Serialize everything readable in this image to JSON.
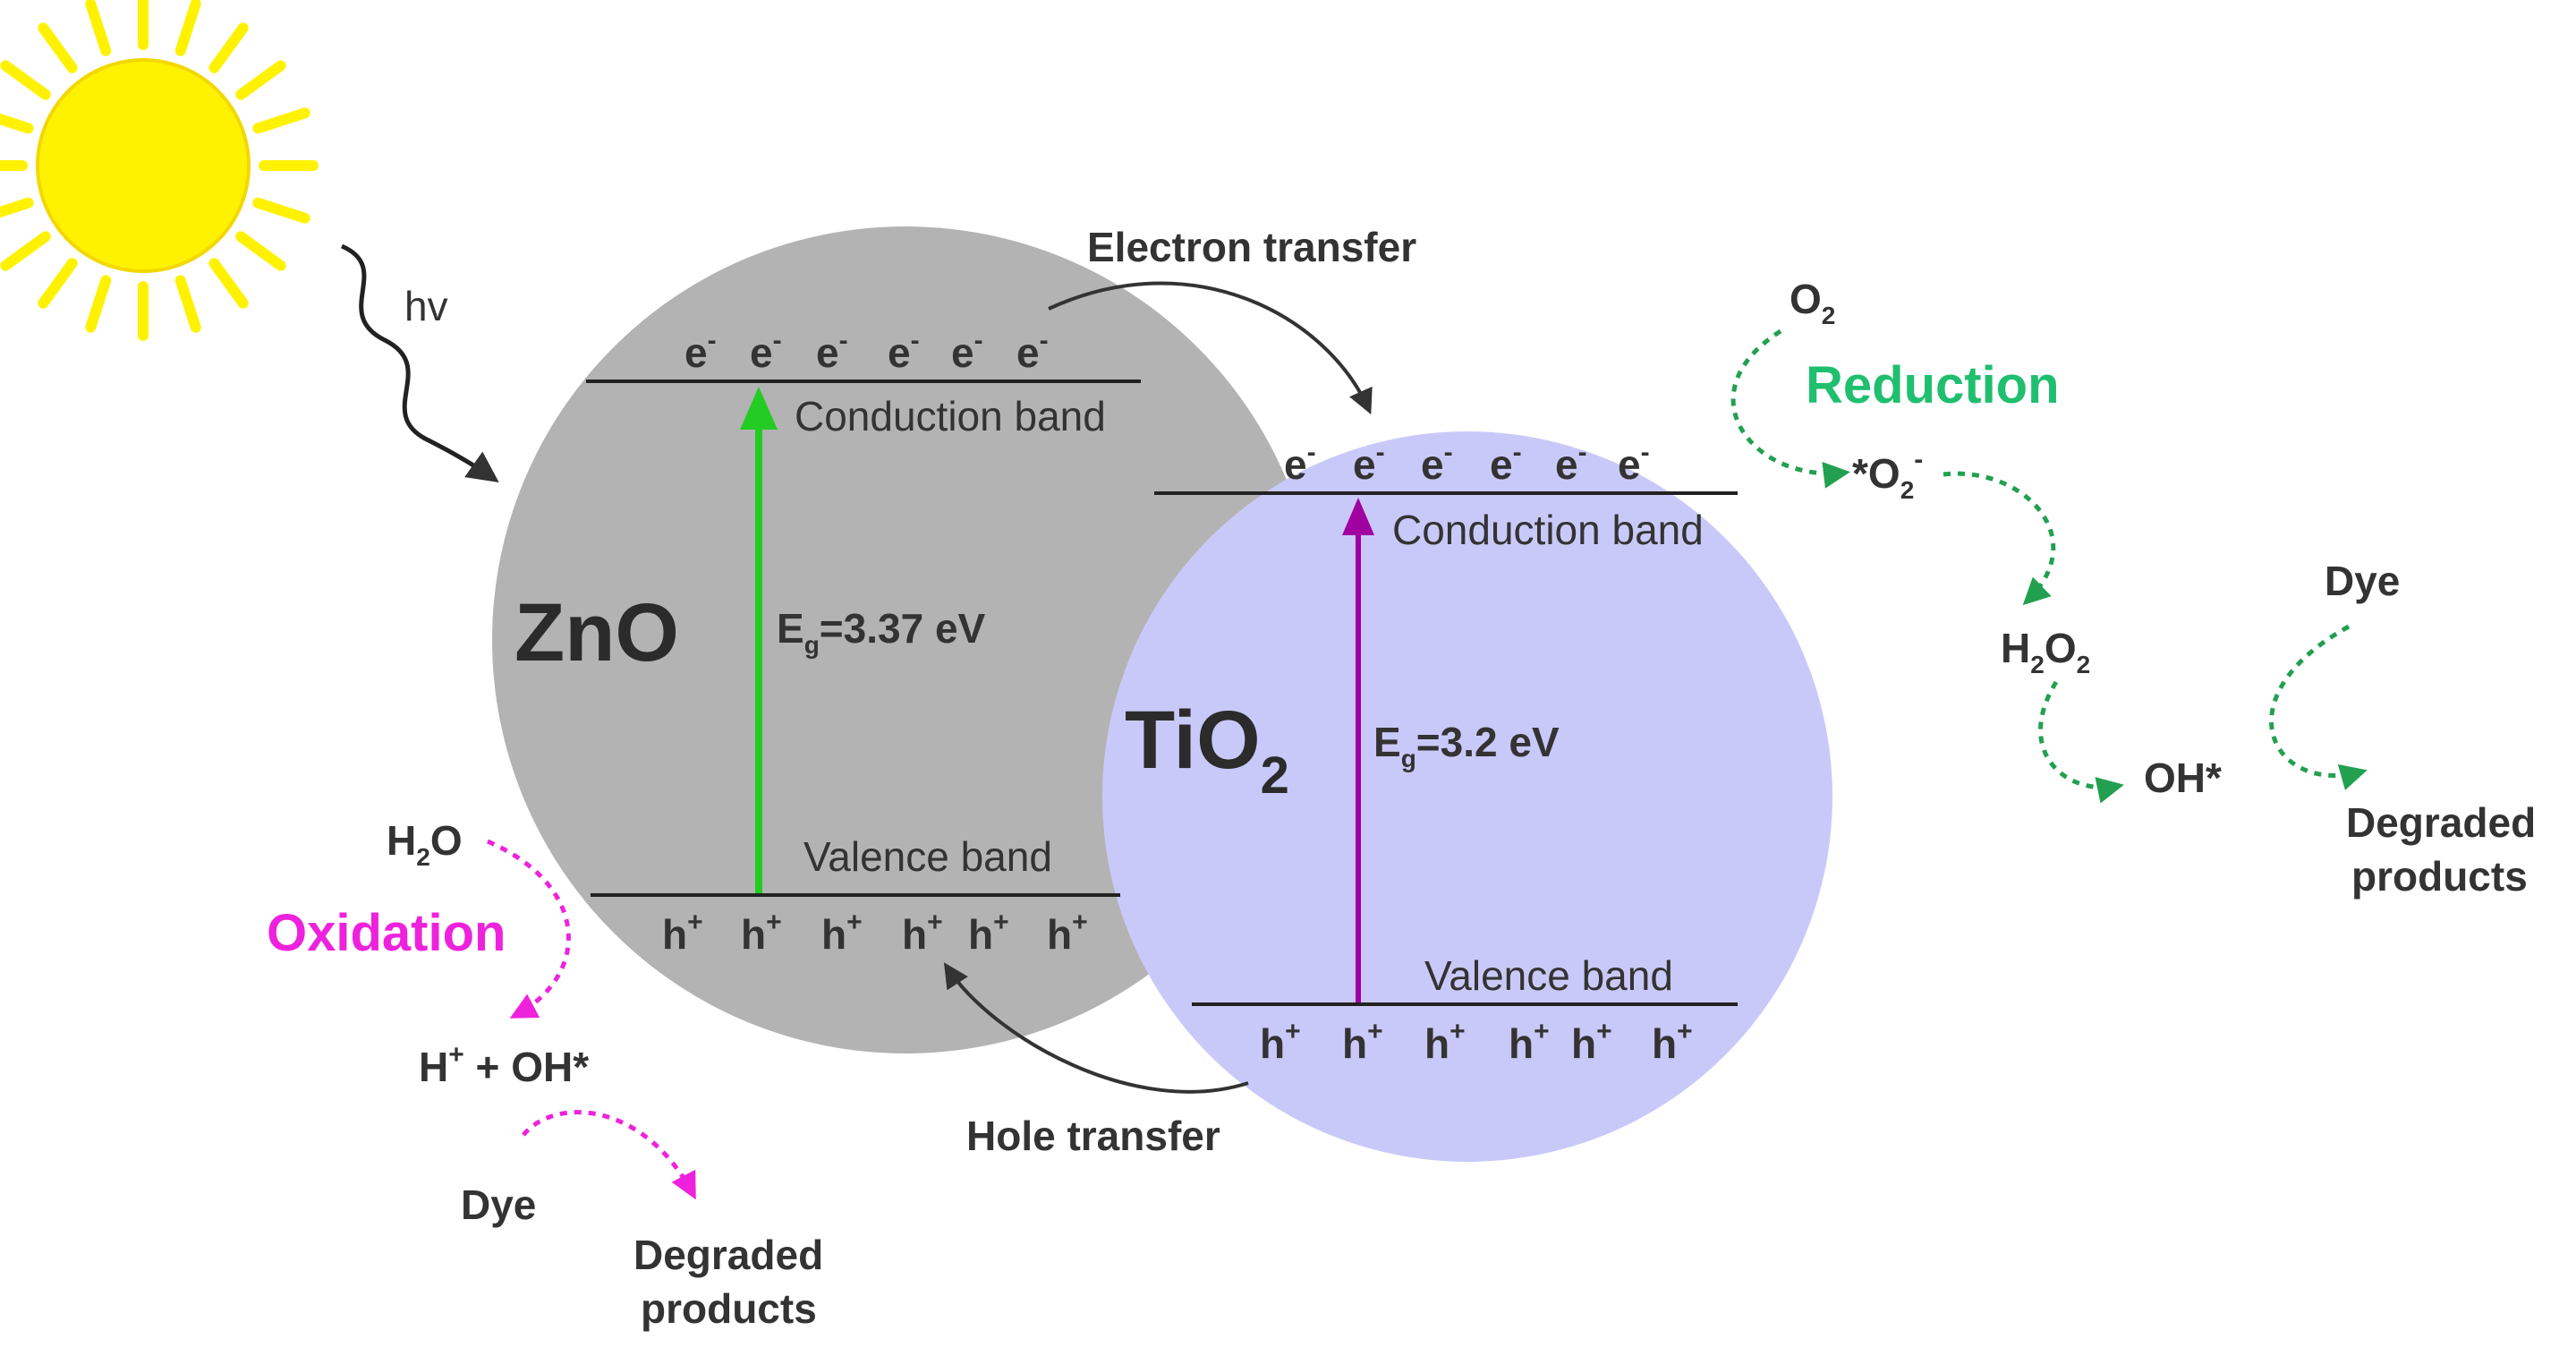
{
  "colors": {
    "sun": "#fff200",
    "zno_fill": "#b3b3b3",
    "tio2_fill": "#c9c9f9",
    "zno_arrow": "#22cc22",
    "tio2_arrow": "#a000a0",
    "reduction": "#1fbf6f",
    "reduction_arrow": "#22a050",
    "oxidation": "#ee22dd",
    "text": "#333333"
  },
  "light": {
    "label": "hv"
  },
  "zno": {
    "name": "ZnO",
    "electrons": [
      "e",
      "e",
      "e",
      "e",
      "e",
      "e"
    ],
    "electron_sup": "-",
    "holes": [
      "h",
      "h",
      "h",
      "h",
      "h",
      "h"
    ],
    "hole_sup": "+",
    "conduction_band": "Conduction band",
    "valence_band": "Valence band",
    "gap_main": "E",
    "gap_sub": "g",
    "gap_value": "=3.37 eV"
  },
  "tio2": {
    "name_main": "TiO",
    "name_sub": "2",
    "electrons": [
      "e",
      "e",
      "e",
      "e",
      "e",
      "e"
    ],
    "electron_sup": "-",
    "holes": [
      "h",
      "h",
      "h",
      "h",
      "h",
      "h"
    ],
    "hole_sup": "+",
    "conduction_band": "Conduction band",
    "valence_band": "Valence band",
    "gap_main": "E",
    "gap_sub": "g",
    "gap_value": "=3.2 eV"
  },
  "transfer": {
    "electron": "Electron transfer",
    "hole": "Hole transfer"
  },
  "reduction": {
    "title": "Reduction",
    "o2_main": "O",
    "o2_sub": "2",
    "superoxide_star": "*O",
    "superoxide_sub": "2",
    "superoxide_sup": "-",
    "h2o2_h": "H",
    "h2o2_sub1": "2",
    "h2o2_o": "O",
    "h2o2_sub2": "2",
    "hydroxyl": "OH*",
    "dye": "Dye",
    "products_line1": "Degraded",
    "products_line2": "products"
  },
  "oxidation": {
    "title": "Oxidation",
    "water_h": "H",
    "water_sub": "2",
    "water_o": "O",
    "ions_h": "H",
    "ions_sup": "+",
    "ions_rest": " + OH*",
    "dye": "Dye",
    "products_line1": "Degraded",
    "products_line2": "products"
  }
}
